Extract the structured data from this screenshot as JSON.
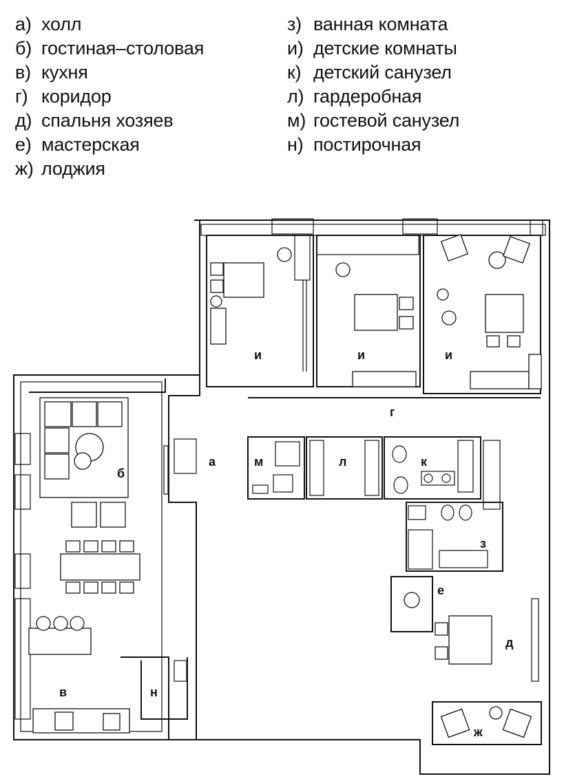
{
  "legend": {
    "left": [
      {
        "key": "а)",
        "text": "холл"
      },
      {
        "key": "б)",
        "text": "гостиная–столовая"
      },
      {
        "key": "в)",
        "text": "кухня"
      },
      {
        "key": "г)",
        "text": "коридор"
      },
      {
        "key": "д)",
        "text": "спальня хозяев"
      },
      {
        "key": "е)",
        "text": "мастерская"
      },
      {
        "key": "ж)",
        "text": "лоджия"
      }
    ],
    "right": [
      {
        "key": "з)",
        "text": "ванная комната"
      },
      {
        "key": "и)",
        "text": "детские комнаты"
      },
      {
        "key": "к)",
        "text": "детский санузел"
      },
      {
        "key": "л)",
        "text": "гардеробная"
      },
      {
        "key": "м)",
        "text": "гостевой санузел"
      },
      {
        "key": "н)",
        "text": "постирочная"
      }
    ]
  },
  "plan": {
    "room_labels": {
      "a": "а",
      "b": "б",
      "v": "в",
      "g": "г",
      "d": "д",
      "e": "е",
      "zh": "ж",
      "z": "з",
      "i1": "и",
      "i2": "и",
      "i3": "и",
      "k": "к",
      "l": "л",
      "m": "м",
      "n": "н"
    }
  }
}
